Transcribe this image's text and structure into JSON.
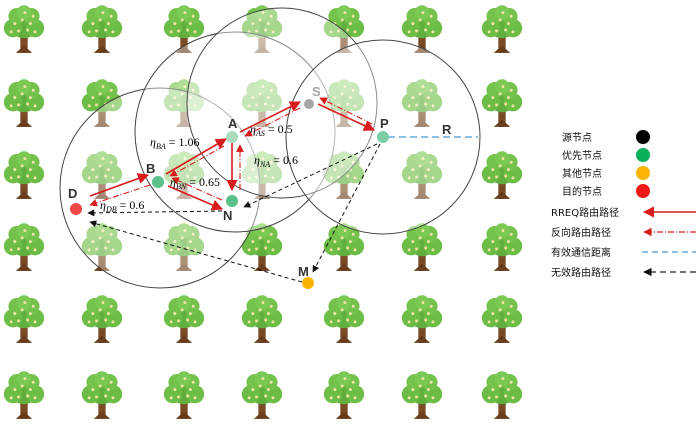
{
  "nodes": [
    {
      "id": "S",
      "label": "S",
      "role": "source",
      "color": "#a6a6a6"
    },
    {
      "id": "A",
      "label": "A",
      "role": "priority",
      "color": "#a8dcbc"
    },
    {
      "id": "B",
      "label": "B",
      "role": "priority",
      "color": "#5cc08a"
    },
    {
      "id": "N",
      "label": "N",
      "role": "priority",
      "color": "#5cc08a"
    },
    {
      "id": "P",
      "label": "P",
      "role": "priority",
      "color": "#7ccfa4"
    },
    {
      "id": "D",
      "label": "D",
      "role": "destination",
      "color": "#f04848"
    },
    {
      "id": "M",
      "label": "M",
      "role": "other",
      "color": "#f8b400"
    },
    {
      "id": "R",
      "label": "R",
      "role": "range-end",
      "color": ""
    }
  ],
  "weights": [
    {
      "name": "BA",
      "value": "1.06"
    },
    {
      "name": "AS",
      "value": "0.5"
    },
    {
      "name": "NA",
      "value": "0.6"
    },
    {
      "name": "BN",
      "value": "0.65"
    },
    {
      "name": "DB",
      "value": "0.6"
    }
  ],
  "legend": {
    "nodes": [
      {
        "label": "源节点",
        "color": "#000000"
      },
      {
        "label": "优先节点",
        "color": "#0ab05a"
      },
      {
        "label": "其他节点",
        "color": "#f8b400"
      },
      {
        "label": "目的节点",
        "color": "#f01818"
      }
    ],
    "lines": [
      {
        "label": "RREQ路由路径",
        "color": "#d81c1c",
        "style": "solid"
      },
      {
        "label": "反向路由路径",
        "color": "#d81c1c",
        "style": "dashdot"
      },
      {
        "label": "有效通信距离",
        "color": "#4a9ad8",
        "style": "dashed"
      },
      {
        "label": "无效路由路径",
        "color": "#222222",
        "style": "dashed"
      }
    ]
  },
  "icons": {
    "tree": "tree-icon"
  }
}
